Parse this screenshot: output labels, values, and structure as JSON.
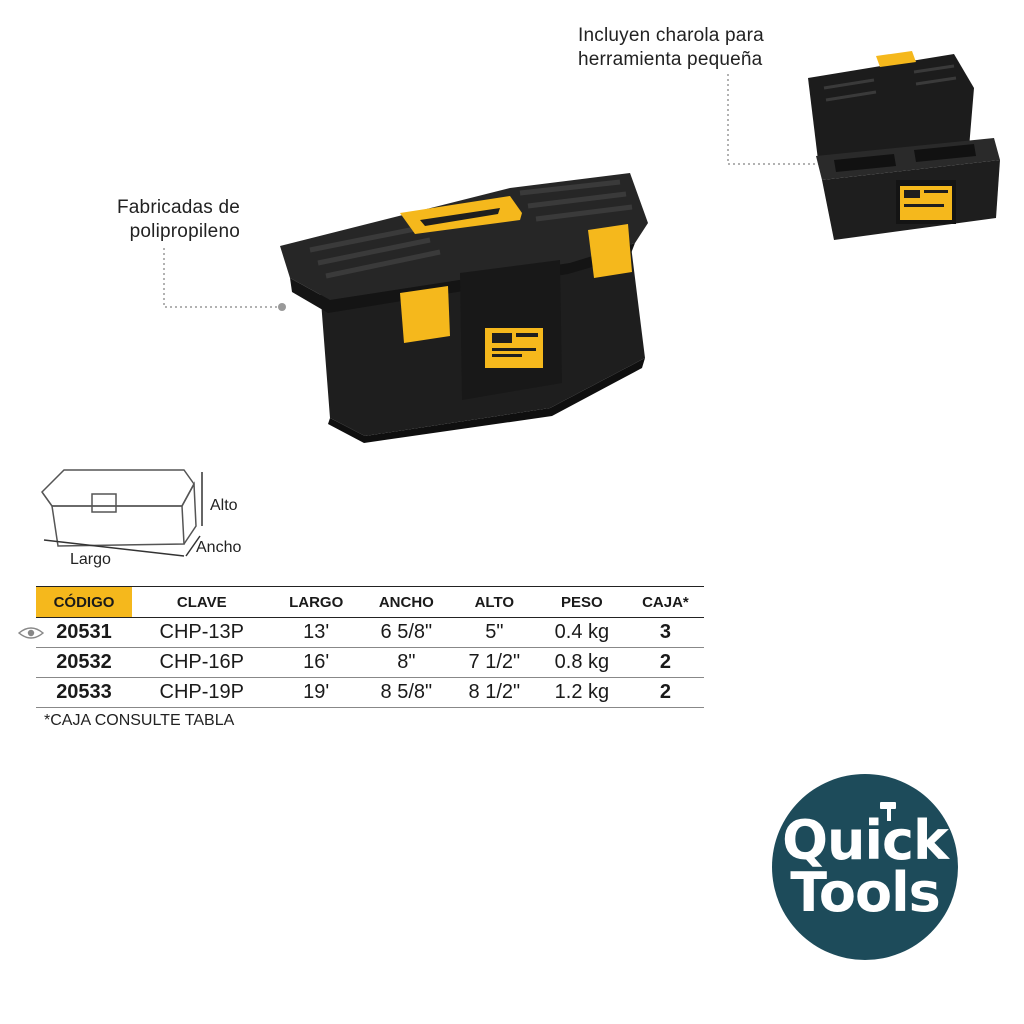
{
  "callouts": {
    "material": [
      "Fabricadas de",
      "polipropileno"
    ],
    "tray": [
      "Incluyen charola para",
      "herramienta pequeña"
    ]
  },
  "dimensions": {
    "height_label": "Alto",
    "width_label": "Ancho",
    "length_label": "Largo"
  },
  "table": {
    "headers": [
      "CÓDIGO",
      "CLAVE",
      "LARGO",
      "ANCHO",
      "ALTO",
      "PESO",
      "CAJA*"
    ],
    "rows": [
      [
        "20531",
        "CHP-13P",
        "13'",
        "6 5/8\"",
        "5\"",
        "0.4 kg",
        "3"
      ],
      [
        "20532",
        "CHP-16P",
        "16'",
        "8\"",
        "7 1/2\"",
        "0.8 kg",
        "2"
      ],
      [
        "20533",
        "CHP-19P",
        "19'",
        "8 5/8\"",
        "8 1/2\"",
        "1.2 kg",
        "2"
      ]
    ],
    "highlight_color": "#f5b81c"
  },
  "footnote": "*CAJA CONSULTE TABLA",
  "logo": {
    "line1": "Quick",
    "line2": "Tools",
    "background": "#1d4b5a",
    "icon": "hammer-icon"
  },
  "icons": [
    "eye-icon",
    "hammer-icon"
  ],
  "colors": {
    "accent_yellow": "#f5b81c",
    "box_black": "#1e1e1e"
  }
}
